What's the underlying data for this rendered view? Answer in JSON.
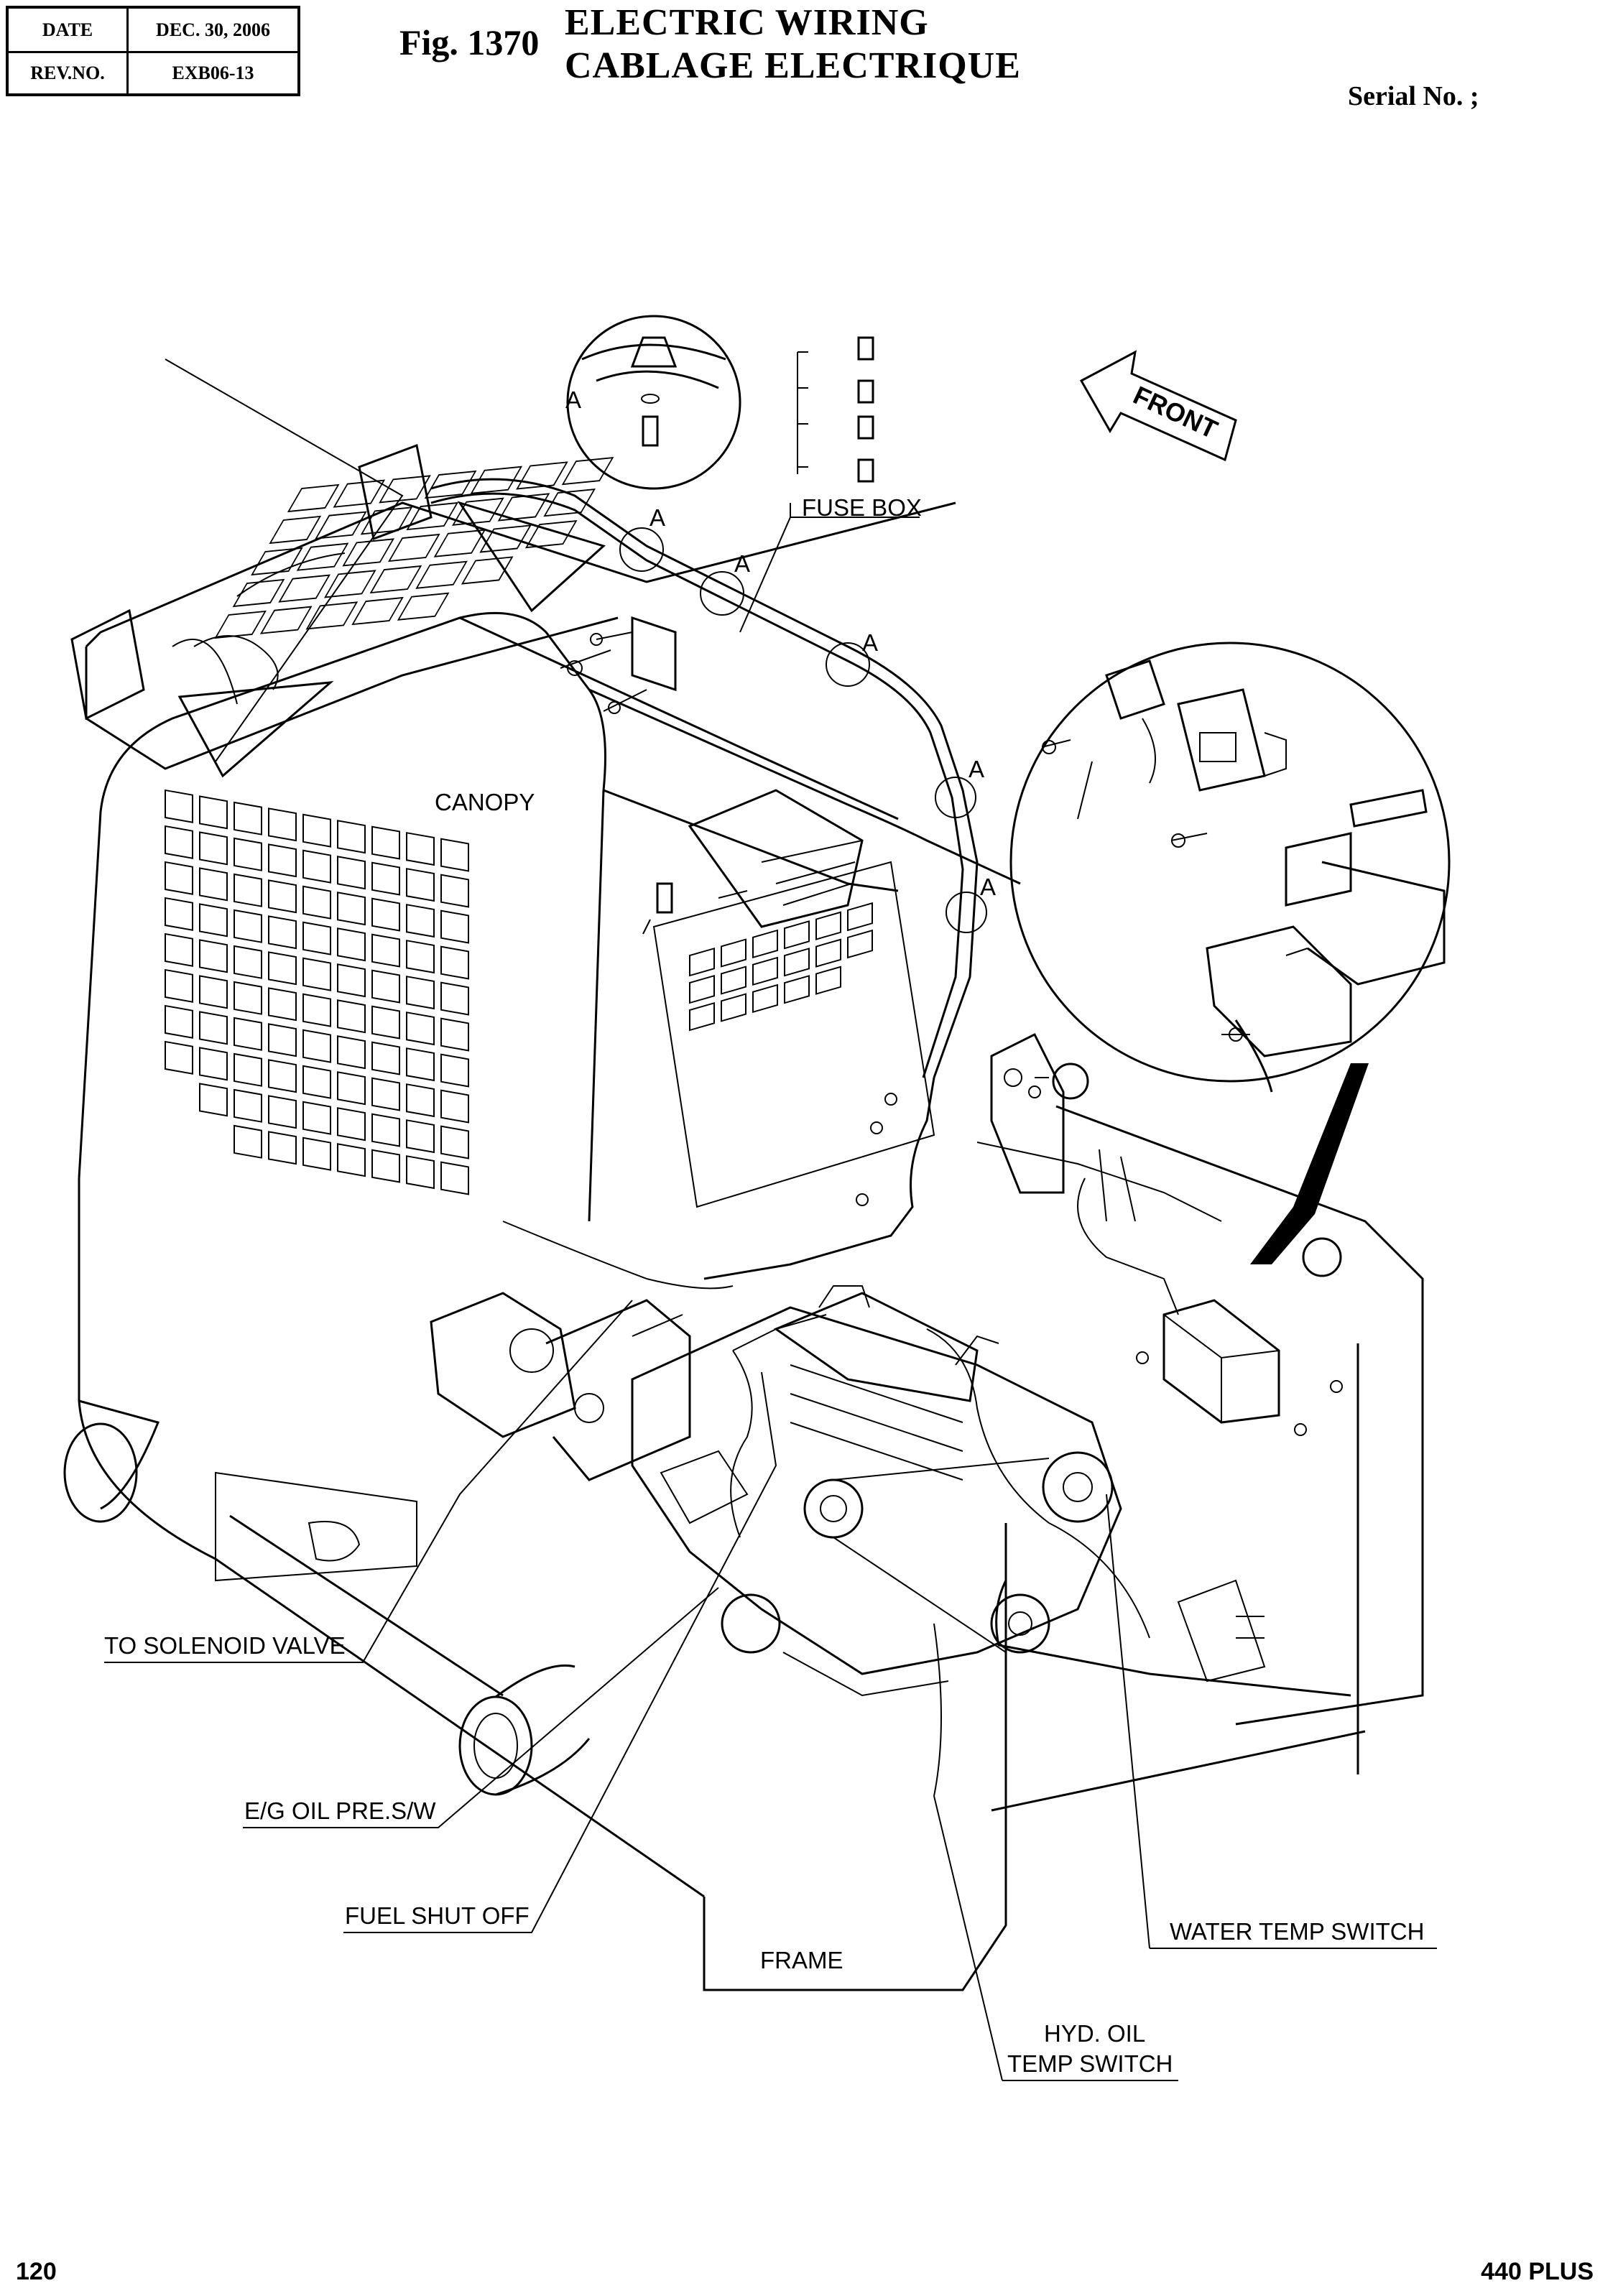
{
  "header": {
    "date_label": "DATE",
    "date_value": "DEC. 30, 2006",
    "rev_label": "REV.NO.",
    "rev_value": "EXB06-13",
    "fig_number": "Fig. 1370",
    "title_en": "ELECTRIC  WIRING",
    "title_fr": "CABLAGE  ELECTRIQUE",
    "serial": "Serial No. ;"
  },
  "labels": {
    "detail_a": "A",
    "fuse_box": "FUSE BOX",
    "front": "FRONT",
    "canopy": "CANOPY",
    "to_solenoid_valve": "TO SOLENOID VALVE",
    "eg_oil_pre_sw": "E/G OIL PRE.S/W",
    "fuel_shut_off": "FUEL SHUT OFF",
    "frame": "FRAME",
    "water_temp_switch": "WATER TEMP SWITCH",
    "hyd_oil_line1": "HYD. OIL",
    "hyd_oil_line2": "TEMP SWITCH"
  },
  "footer": {
    "page_number": "120",
    "model": "440 PLUS"
  },
  "icons": [
    "front-arrow-icon",
    "fuse-icon",
    "bolt-icon",
    "washer-icon",
    "clamp-icon",
    "lamp-icon",
    "relay-icon",
    "controller-icon"
  ]
}
